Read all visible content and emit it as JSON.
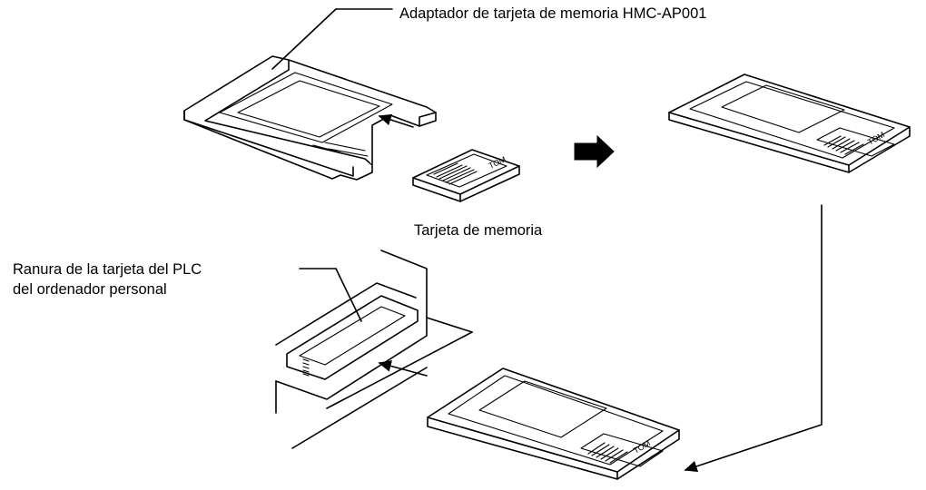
{
  "labels": {
    "adapter": "Adaptador de tarjeta de memoria HMC-AP001",
    "memory_card": "Tarjeta de memoria",
    "slot_line1": "Ranura de la tarjeta del PLC",
    "slot_line2": "del ordenador personal"
  },
  "card_marking": "TOM"
}
